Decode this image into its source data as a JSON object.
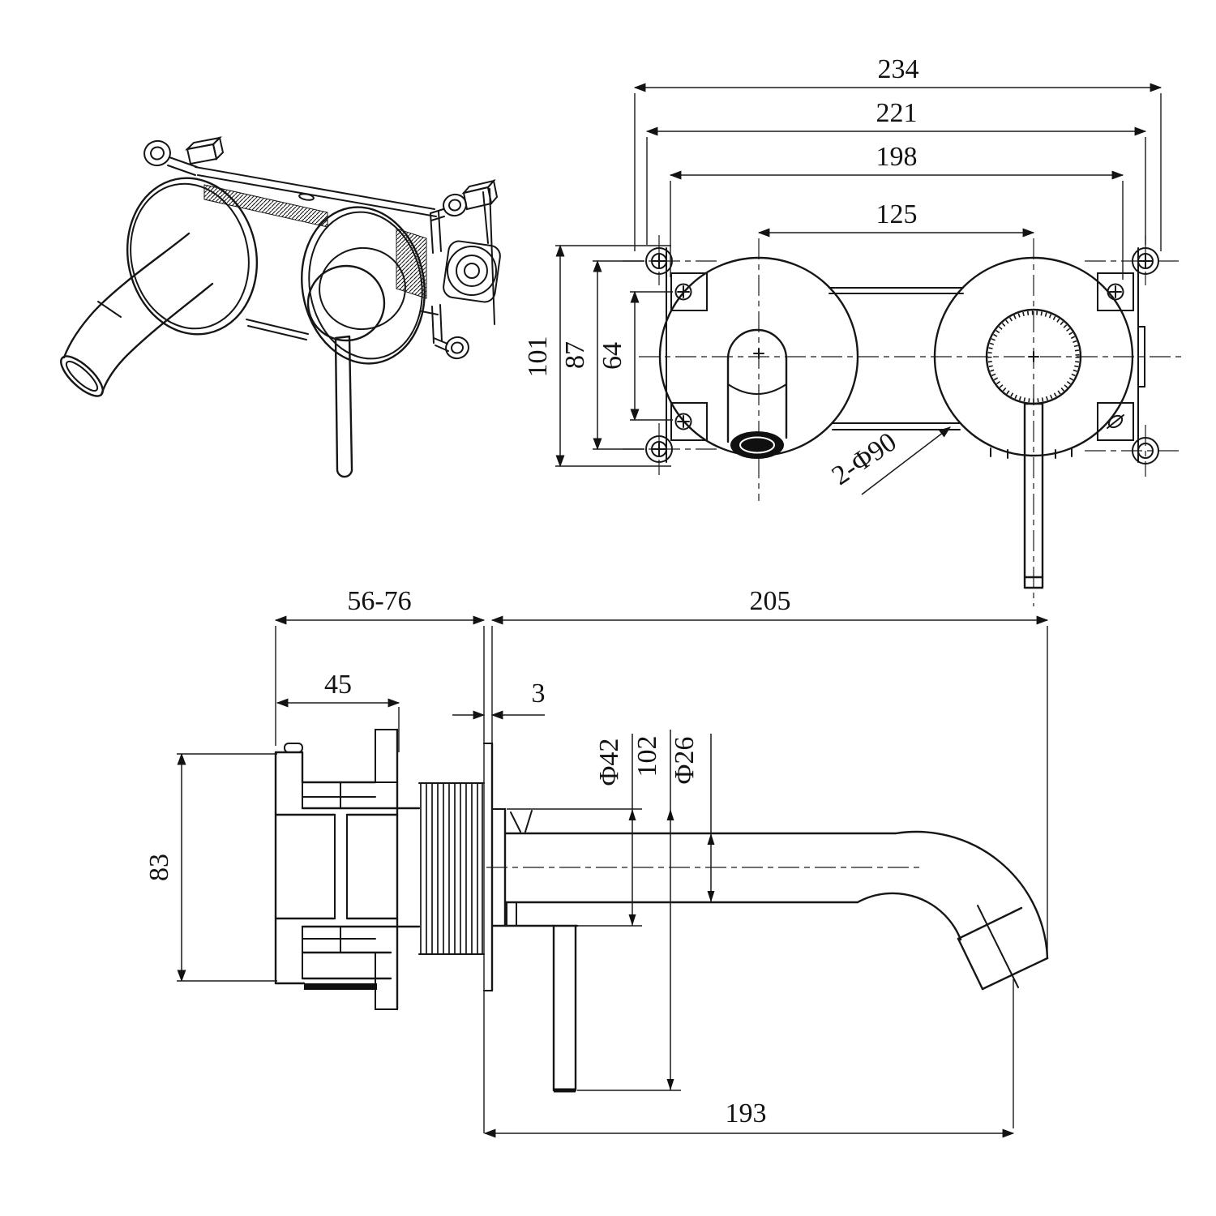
{
  "page": {
    "title": "Wall-mounted basin mixer tap - installation dimension drawing",
    "background_color": "#ffffff",
    "line_color": "#161616"
  },
  "front": {
    "d234": "234",
    "d221": "221",
    "d198": "198",
    "d125": "125",
    "d101": "101",
    "d87": "87",
    "d64": "64",
    "callout": "2-Φ90"
  },
  "side": {
    "recess": "56-76",
    "reach": "205",
    "body_w": "45",
    "plate_gap": "3",
    "flange": "Φ42",
    "drop": "102",
    "spout_d": "Φ26",
    "height": "83",
    "projection": "193"
  }
}
